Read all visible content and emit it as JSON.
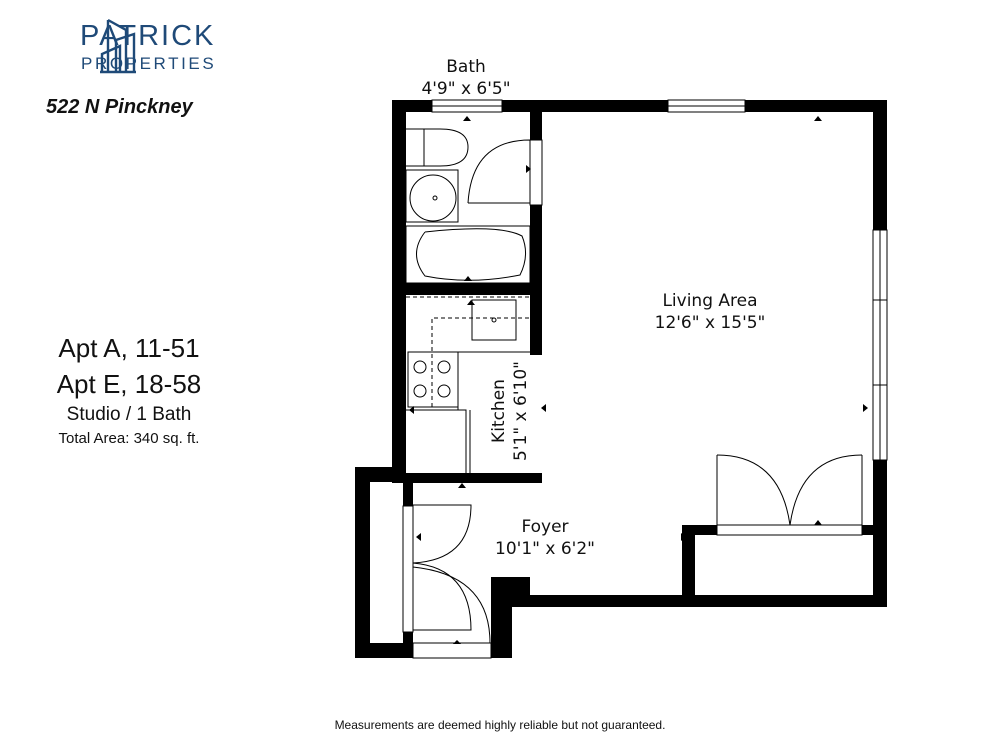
{
  "brand": {
    "line1": "PATRICK",
    "line2": "PROPERTIES",
    "color": "#1f4a78"
  },
  "address": "522 N Pinckney",
  "unit_info": {
    "apt_a": "Apt A, 11-51",
    "apt_e": "Apt E, 18-58",
    "type": "Studio / 1 Bath",
    "total_area": "Total Area: 340 sq. ft."
  },
  "rooms": {
    "bath": {
      "name": "Bath",
      "size": "4'9\" x 6'5\""
    },
    "living": {
      "name": "Living Area",
      "size": "12'6\" x 15'5\""
    },
    "kitchen": {
      "name": "Kitchen",
      "size": "5'1\" x 6'10\""
    },
    "foyer": {
      "name": "Foyer",
      "size": "10'1\" x 6'2\""
    }
  },
  "disclaimer": "Measurements are deemed highly reliable but not guaranteed."
}
